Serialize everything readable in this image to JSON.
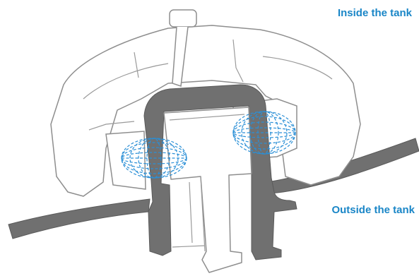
{
  "labels": {
    "inside": "Inside the tank",
    "outside": "Outside the tank"
  },
  "colors": {
    "label": "#1a86c7",
    "outline": "#8e8e8e",
    "wall": "#707070",
    "field_lines": "#2a8fd6",
    "background": "#ffffff"
  },
  "icons": {
    "left_field": "magnetic-field-lines",
    "right_field": "magnetic-field-lines"
  }
}
